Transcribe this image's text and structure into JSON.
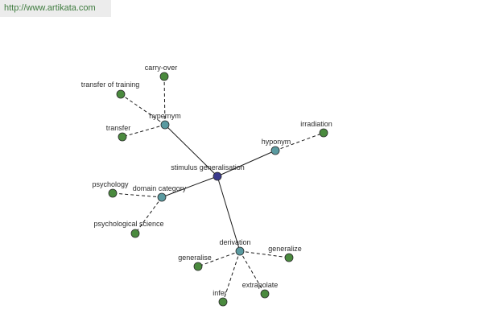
{
  "header": {
    "url": "http://www.artikata.com"
  },
  "graph": {
    "center": {
      "id": "stimulus",
      "label": "stimulus generalisation",
      "color": "#3a3a8c"
    },
    "hubs": [
      {
        "id": "hypernym",
        "label": "hypernym",
        "color": "#5a9aa0"
      },
      {
        "id": "hyponym",
        "label": "hyponym",
        "color": "#5a9aa0"
      },
      {
        "id": "domain",
        "label": "domain category",
        "color": "#5a9aa0"
      },
      {
        "id": "derivation",
        "label": "derivation",
        "color": "#5a9aa0"
      }
    ],
    "leaves": [
      {
        "id": "carry-over",
        "label": "carry-over",
        "hub": "hypernym",
        "color": "#4a8a3e"
      },
      {
        "id": "transfer-of-training",
        "label": "transfer of training",
        "hub": "hypernym",
        "color": "#4a8a3e"
      },
      {
        "id": "transfer",
        "label": "transfer",
        "hub": "hypernym",
        "color": "#4a8a3e"
      },
      {
        "id": "irradiation",
        "label": "irradiation",
        "hub": "hyponym",
        "color": "#4a8a3e"
      },
      {
        "id": "psychology",
        "label": "psychology",
        "hub": "domain",
        "color": "#4a8a3e"
      },
      {
        "id": "psychological-science",
        "label": "psychological science",
        "hub": "domain",
        "color": "#4a8a3e"
      },
      {
        "id": "generalise",
        "label": "generalise",
        "hub": "derivation",
        "color": "#4a8a3e"
      },
      {
        "id": "generalize",
        "label": "generalize",
        "hub": "derivation",
        "color": "#4a8a3e"
      },
      {
        "id": "infer",
        "label": "infer",
        "hub": "derivation",
        "color": "#4a8a3e"
      },
      {
        "id": "extrapolate",
        "label": "extrapolate",
        "hub": "derivation",
        "color": "#4a8a3e"
      }
    ],
    "edge_color": "#1a1a1a",
    "node_stroke": "#2b2b2b"
  }
}
